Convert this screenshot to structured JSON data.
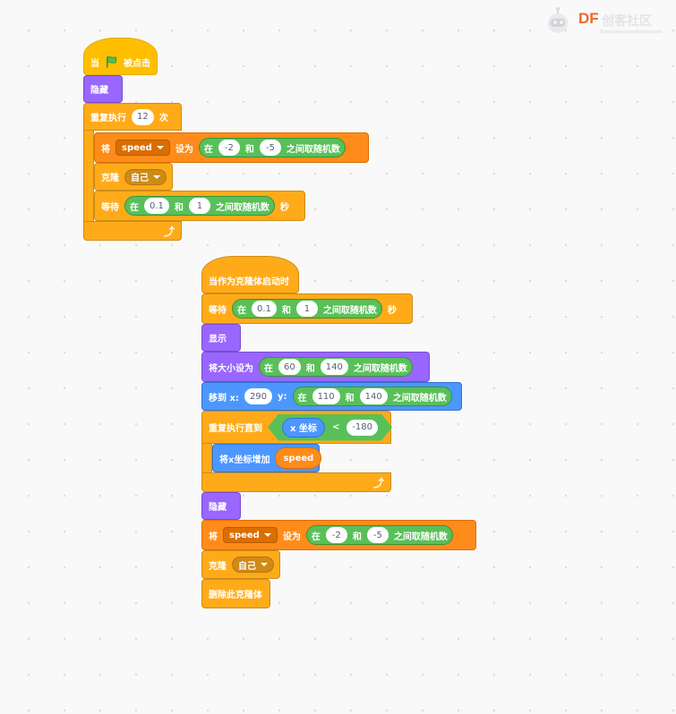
{
  "logo": {
    "brand": "DF",
    "community": "创客社区"
  },
  "script1": {
    "when_flag": {
      "pre": "当",
      "post": "被点击"
    },
    "hide": "隐藏",
    "repeat": {
      "label": "重复执行",
      "times": "12",
      "suffix": "次"
    },
    "set_speed": {
      "pre": "将",
      "variable": "speed",
      "mid": "设为",
      "op_in": "在",
      "a": "-2",
      "and": "和",
      "b": "-5",
      "op_tail": "之间取随机数"
    },
    "clone": {
      "label": "克隆",
      "target": "自己"
    },
    "wait": {
      "label": "等待",
      "op_in": "在",
      "a": "0.1",
      "and": "和",
      "b": "1",
      "op_tail": "之间取随机数",
      "suffix": "秒"
    }
  },
  "script2": {
    "when_clone": "当作为克隆体启动时",
    "wait": {
      "label": "等待",
      "op_in": "在",
      "a": "0.1",
      "and": "和",
      "b": "1",
      "op_tail": "之间取随机数",
      "suffix": "秒"
    },
    "show": "显示",
    "set_size": {
      "label": "将大小设为",
      "op_in": "在",
      "a": "60",
      "and": "和",
      "b": "140",
      "op_tail": "之间取随机数"
    },
    "goto": {
      "label": "移到 x:",
      "x": "290",
      "ylabel": "y:",
      "op_in": "在",
      "a": "110",
      "and": "和",
      "b": "140",
      "op_tail": "之间取随机数"
    },
    "repeat_until": {
      "label": "重复执行直到",
      "reporter": "x 坐标",
      "lt": "<",
      "value": "-180"
    },
    "change_x": {
      "label": "将x坐标增加",
      "reporter": "speed"
    },
    "hide": "隐藏",
    "set_speed": {
      "pre": "将",
      "variable": "speed",
      "mid": "设为",
      "op_in": "在",
      "a": "-2",
      "and": "和",
      "b": "-5",
      "op_tail": "之间取随机数"
    },
    "clone": {
      "label": "克隆",
      "target": "自己"
    },
    "delete_clone": "删除此克隆体"
  },
  "colors": {
    "events": "#ffbf00",
    "control": "#ffab19",
    "looks": "#9966ff",
    "motion": "#4c97ff",
    "operators": "#59c059",
    "variables": "#ff8c1a"
  }
}
